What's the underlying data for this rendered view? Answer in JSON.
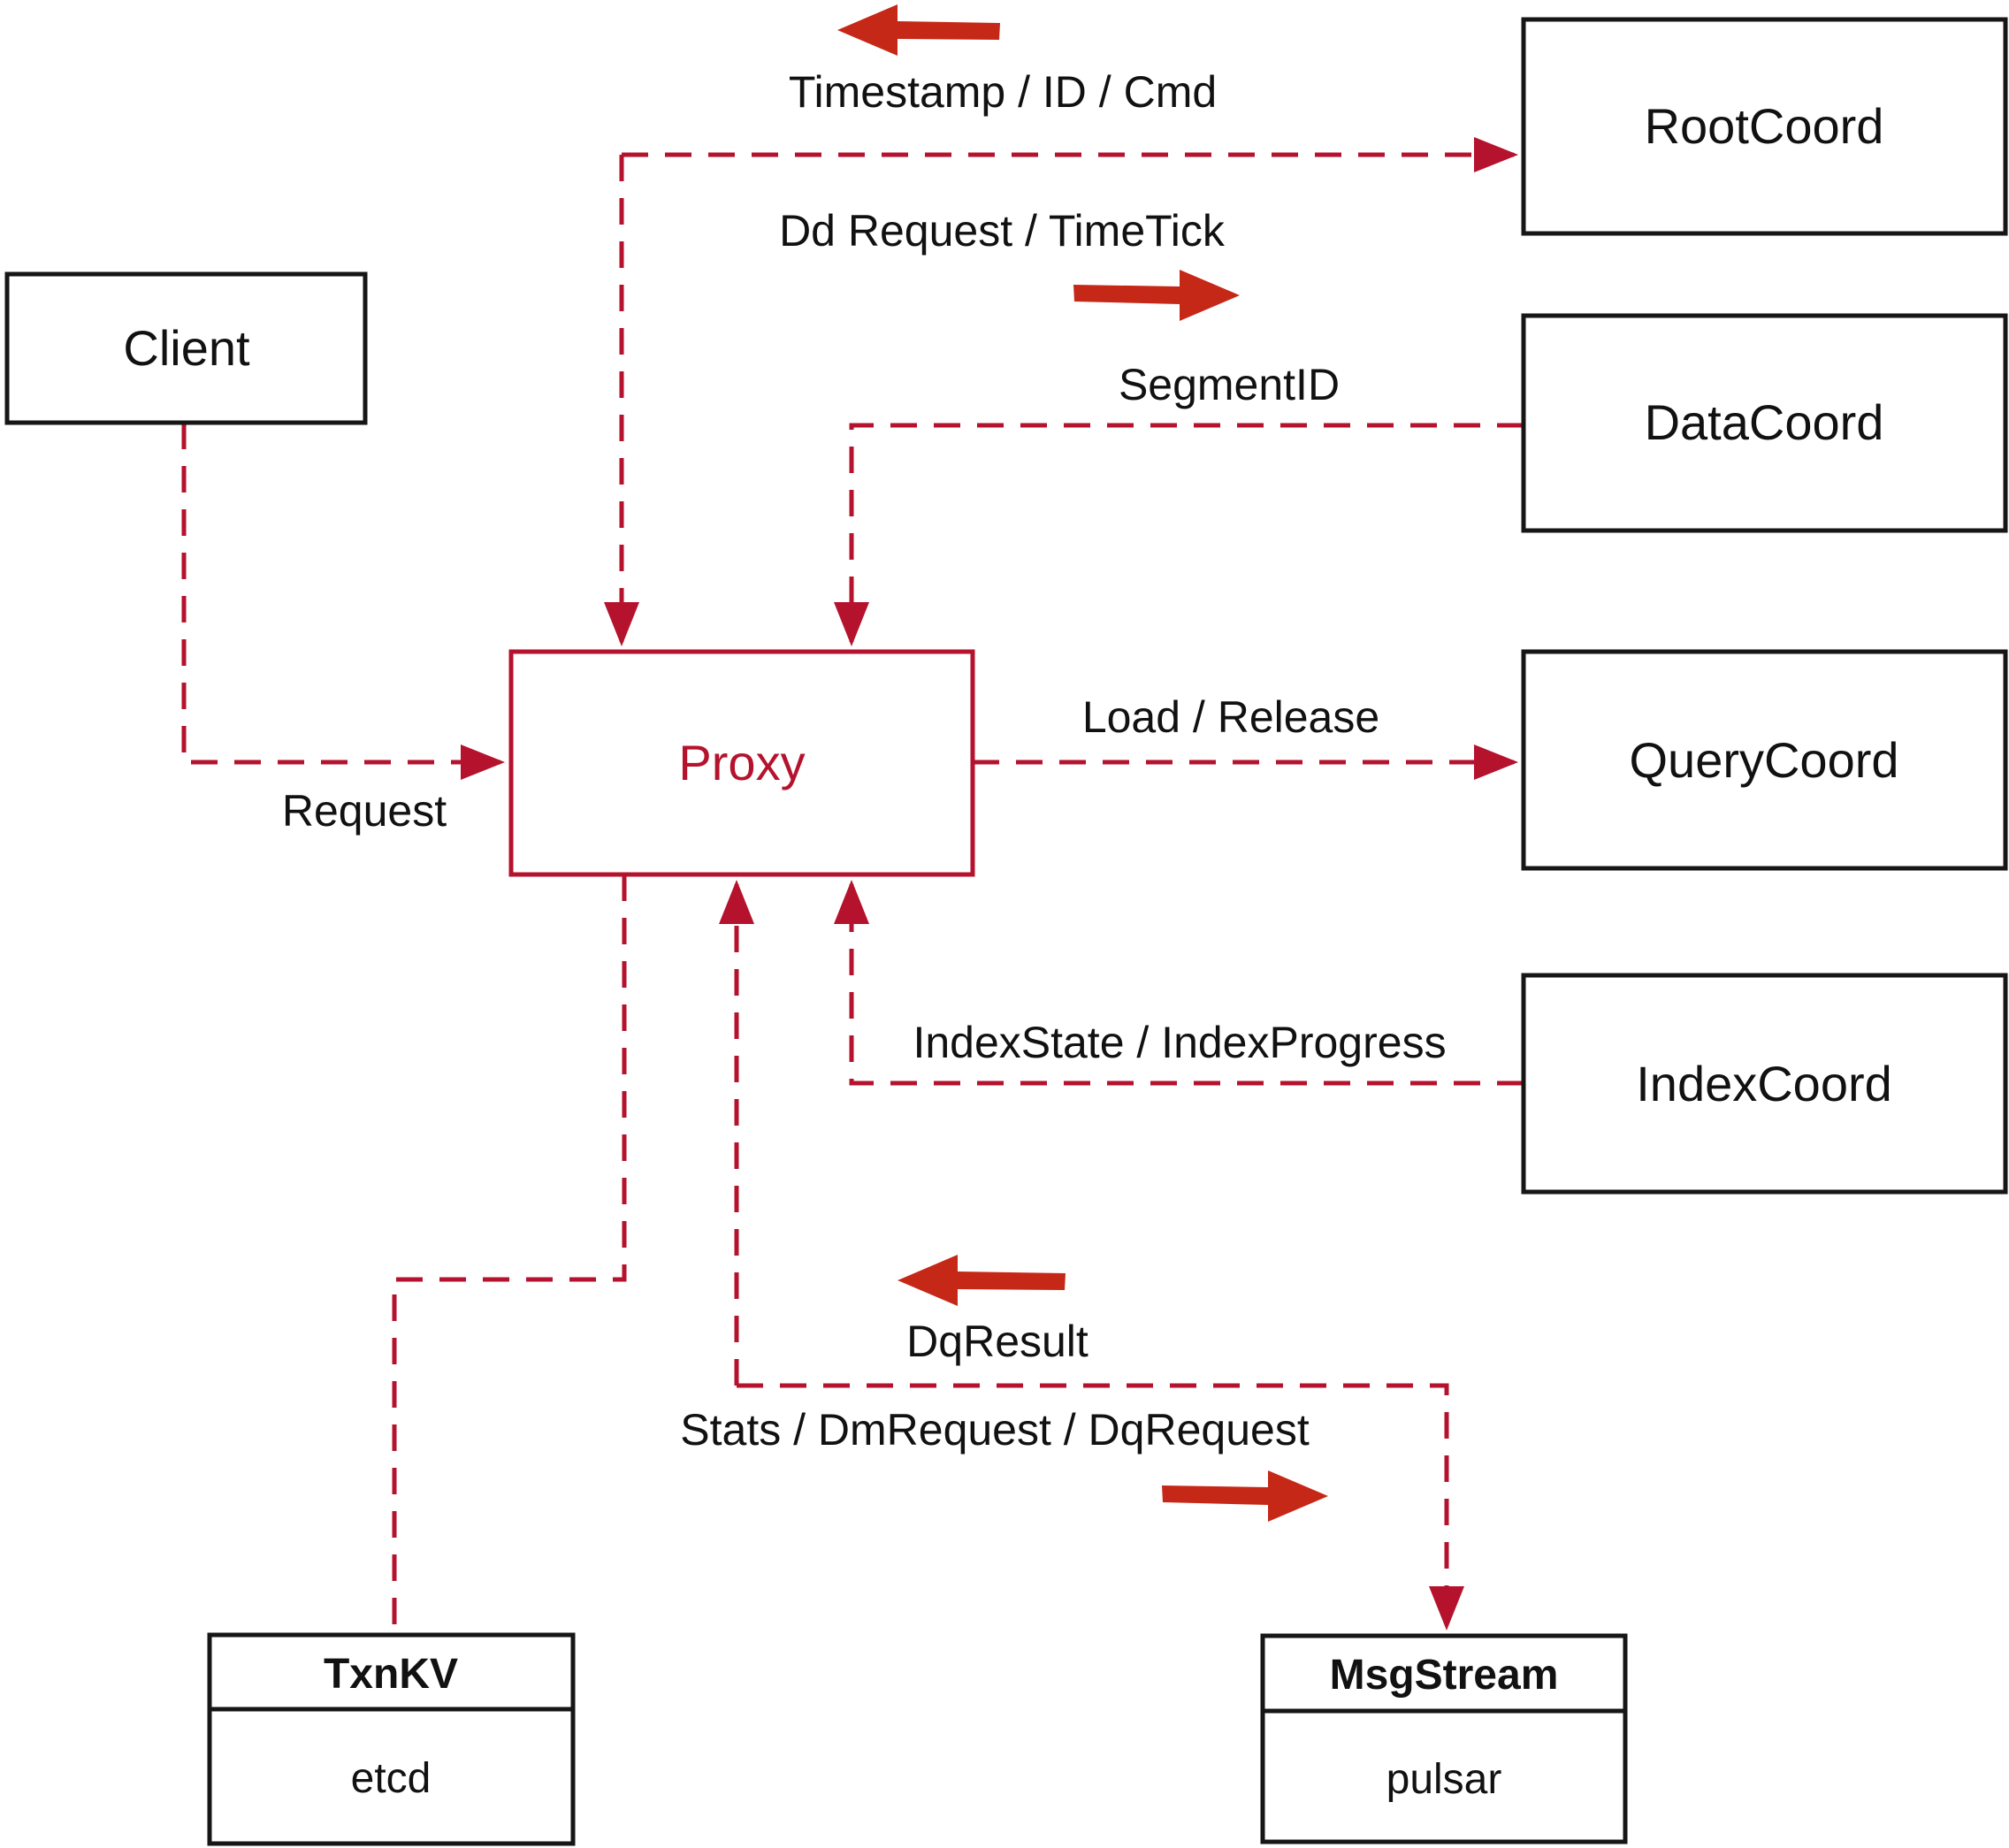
{
  "diagram": {
    "colors": {
      "dash_red": "#b5122d",
      "arrow_red": "#c62817",
      "box_black": "#161616",
      "background": "#ffffff"
    },
    "nodes": {
      "client": {
        "label": "Client"
      },
      "root_coord": {
        "label": "RootCoord"
      },
      "data_coord": {
        "label": "DataCoord"
      },
      "query_coord": {
        "label": "QueryCoord"
      },
      "index_coord": {
        "label": "IndexCoord"
      },
      "proxy": {
        "label": "Proxy"
      },
      "txn_kv": {
        "title": "TxnKV",
        "impl": "etcd"
      },
      "msg_stream": {
        "title": "MsgStream",
        "impl": "pulsar"
      }
    },
    "edges": {
      "client_to_proxy": {
        "label": "Request"
      },
      "proxy_rootcoord": {
        "label_returning": "Timestamp / ID / Cmd",
        "label_outgoing": "Dd Request / TimeTick"
      },
      "datacoord_to_proxy": {
        "label": "SegmentID"
      },
      "proxy_to_querycoord": {
        "label": "Load / Release"
      },
      "indexcoord_to_proxy": {
        "label": "IndexState / IndexProgress"
      },
      "proxy_msgstream": {
        "label_returning": "DqResult",
        "label_outgoing": "Stats / DmRequest / DqRequest"
      }
    }
  }
}
